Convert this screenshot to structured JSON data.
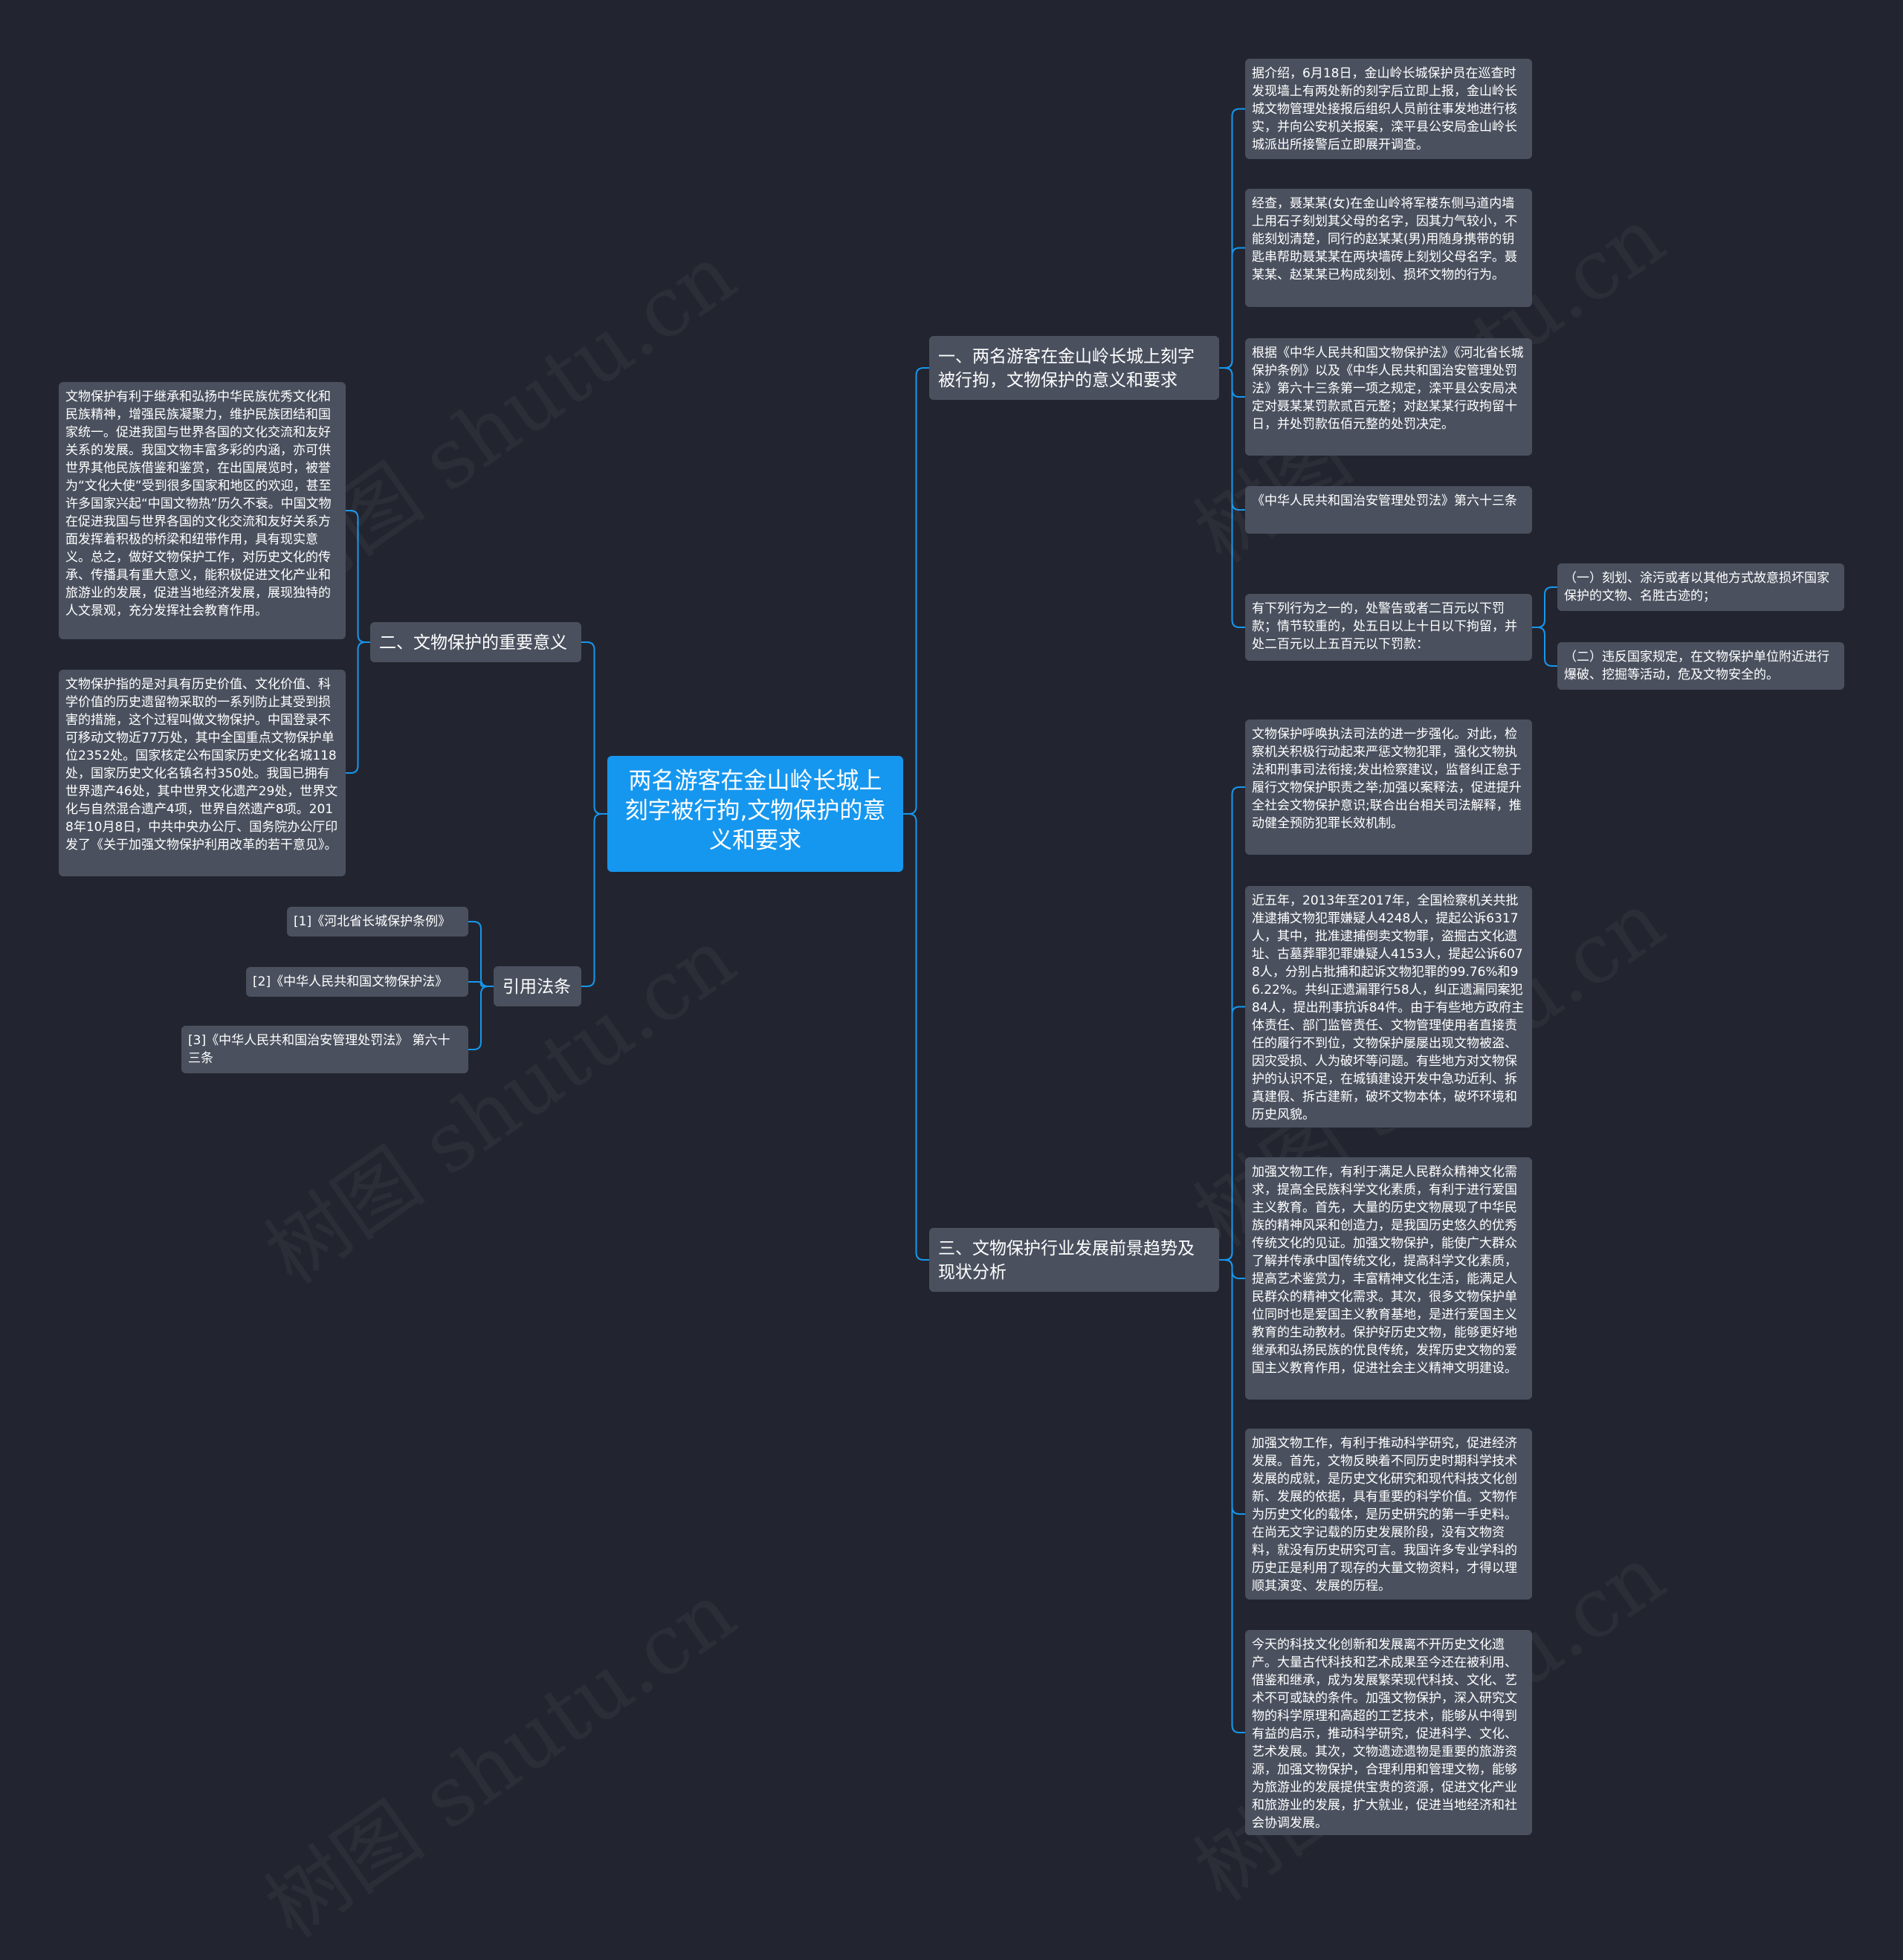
{
  "colors": {
    "background": "#22252f",
    "root_fill": "#1697ef",
    "node_fill": "#4a505e",
    "connector": "#1697ef",
    "text": "#ffffff"
  },
  "root": {
    "text": "两名游客在金山岭长城上刻字被行拘,文物保护的意义和要求"
  },
  "branches": {
    "b1": {
      "text": "一、两名游客在金山岭长城上刻字被行拘，文物保护的意义和要求",
      "children": [
        "据介绍，6月18日，金山岭长城保护员在巡查时发现墙上有两处新的刻字后立即上报，金山岭长城文物管理处接报后组织人员前往事发地进行核实，并向公安机关报案，滦平县公安局金山岭长城派出所接警后立即展开调查。",
        "经查，聂某某(女)在金山岭将军楼东侧马道内墙上用石子刻划其父母的名字，因其力气较小，不能刻划清楚，同行的赵某某(男)用随身携带的钥匙串帮助聂某某在两块墙砖上刻划父母名字。聂某某、赵某某已构成刻划、损坏文物的行为。",
        "根据《中华人民共和国文物保护法》《河北省长城保护条例》以及《中华人民共和国治安管理处罚法》第六十三条第一项之规定，滦平县公安局决定对聂某某罚款贰百元整；对赵某某行政拘留十日，并处罚款伍佰元整的处罚决定。",
        "《中华人民共和国治安管理处罚法》第六十三条",
        "有下列行为之一的，处警告或者二百元以下罚款；情节较重的，处五日以上十日以下拘留，并处二百元以上五百元以下罚款："
      ],
      "sub_children": [
        "（一）刻划、涂污或者以其他方式故意损坏国家保护的文物、名胜古迹的；",
        "（二）违反国家规定，在文物保护单位附近进行爆破、挖掘等活动，危及文物安全的。"
      ]
    },
    "b2": {
      "text": "二、文物保护的重要意义",
      "children": [
        "文物保护有利于继承和弘扬中华民族优秀文化和民族精神，增强民族凝聚力，维护民族团结和国家统一。促进我国与世界各国的文化交流和友好关系的发展。我国文物丰富多彩的内涵，亦可供世界其他民族借鉴和鉴赏，在出国展览时，被誉为“文化大使”受到很多国家和地区的欢迎，甚至许多国家兴起“中国文物热”历久不衰。中国文物在促进我国与世界各国的文化交流和友好关系方面发挥着积极的桥梁和纽带作用，具有现实意义。总之，做好文物保护工作，对历史文化的传承、传播具有重大意义，能积极促进文化产业和旅游业的发展，促进当地经济发展，展现独特的人文景观，充分发挥社会教育作用。",
        "文物保护指的是对具有历史价值、文化价值、科学价值的历史遗留物采取的一系列防止其受到损害的措施，这个过程叫做文物保护。中国登录不可移动文物近77万处，其中全国重点文物保护单位2352处。国家核定公布国家历史文化名城118处，国家历史文化名镇名村350处。我国已拥有世界遗产46处，其中世界文化遗产29处，世界文化与自然混合遗产4项，世界自然遗产8项。2018年10月8日，中共中央办公厅、国务院办公厅印发了《关于加强文物保护利用改革的若干意见》。"
      ]
    },
    "b3": {
      "text": "三、文物保护行业发展前景趋势及现状分析",
      "children": [
        "文物保护呼唤执法司法的进一步强化。对此，检察机关积极行动起来严惩文物犯罪，强化文物执法和刑事司法衔接;发出检察建议，监督纠正怠于履行文物保护职责之举;加强以案释法，促进提升全社会文物保护意识;联合出台相关司法解释，推动健全预防犯罪长效机制。",
        "近五年，2013年至2017年，全国检察机关共批准逮捕文物犯罪嫌疑人4248人，提起公诉6317人，其中，批准逮捕倒卖文物罪，盗掘古文化遗址、古墓葬罪犯罪嫌疑人4153人，提起公诉6078人，分别占批捕和起诉文物犯罪的99.76%和96.22%。共纠正遗漏罪行58人，纠正遗漏同案犯84人，提出刑事抗诉84件。由于有些地方政府主体责任、部门监管责任、文物管理使用者直接责任的履行不到位，文物保护屡屡出现文物被盗、因灾受损、人为破坏等问题。有些地方对文物保护的认识不足，在城镇建设开发中急功近利、拆真建假、拆古建新，破坏文物本体，破坏环境和历史风貌。",
        "加强文物工作，有利于满足人民群众精神文化需求，提高全民族科学文化素质，有利于进行爱国主义教育。首先，大量的历史文物展现了中华民族的精神风采和创造力，是我国历史悠久的优秀传统文化的见证。加强文物保护，能使广大群众了解并传承中国传统文化，提高科学文化素质，提高艺术鉴赏力，丰富精神文化生活，能满足人民群众的精神文化需求。其次，很多文物保护单位同时也是爱国主义教育基地，是进行爱国主义教育的生动教材。保护好历史文物，能够更好地继承和弘扬民族的优良传统，发挥历史文物的爱国主义教育作用，促进社会主义精神文明建设。",
        "加强文物工作，有利于推动科学研究，促进经济发展。首先，文物反映着不同历史时期科学技术发展的成就，是历史文化研究和现代科技文化创新、发展的依据，具有重要的科学价值。文物作为历史文化的载体，是历史研究的第一手史料。在尚无文字记载的历史发展阶段，没有文物资料，就没有历史研究可言。我国许多专业学科的历史正是利用了现存的大量文物资料，才得以理顺其演变、发展的历程。",
        "今天的科技文化创新和发展离不开历史文化遗产。大量古代科技和艺术成果至今还在被利用、借鉴和继承，成为发展繁荣现代科技、文化、艺术不可或缺的条件。加强文物保护，深入研究文物的科学原理和高超的工艺技术，能够从中得到有益的启示，推动科学研究，促进科学、文化、艺术发展。其次，文物遗迹遗物是重要的旅游资源，加强文物保护，合理利用和管理文物，能够为旅游业的发展提供宝贵的资源，促进文化产业和旅游业的发展，扩大就业，促进当地经济和社会协调发展。"
      ]
    },
    "b4": {
      "text": "引用法条",
      "children": [
        "[1]《河北省长城保护条例》",
        "[2]《中华人民共和国文物保护法》",
        "[3]《中华人民共和国治安管理处罚法》 第六十三条"
      ]
    }
  },
  "watermark": "树图 shutu.cn"
}
